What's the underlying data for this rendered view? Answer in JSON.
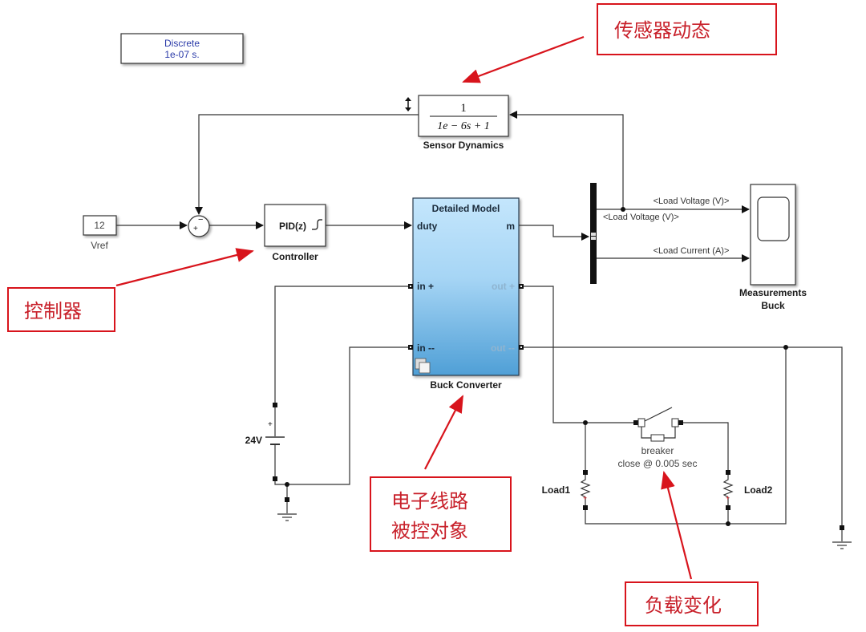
{
  "solver": {
    "line1": "Discrete",
    "line2": "1e-07 s."
  },
  "sensor": {
    "numerator": "1",
    "denominator": "1e − 6s + 1",
    "label": "Sensor Dynamics"
  },
  "vref": {
    "value": "12",
    "label": "Vref"
  },
  "sum": {
    "plus": "+",
    "minus": "−"
  },
  "controller": {
    "text": "PID(z)",
    "label": "Controller"
  },
  "buck": {
    "title": "Detailed Model",
    "ports_in": [
      "duty",
      "in +",
      "in --"
    ],
    "ports_out": [
      "m",
      "out +",
      "out --"
    ],
    "label": "Buck Converter"
  },
  "signals": {
    "voltage_top": "<Load Voltage (V)>",
    "voltage_bus": "<Load Voltage (V)>",
    "current": "<Load Current (A)>"
  },
  "scope": {
    "label_line1": "Measurements",
    "label_line2": "Buck"
  },
  "source": {
    "label": "24V",
    "plus": "+"
  },
  "breaker": {
    "label_line1": "breaker",
    "label_line2": "close @ 0.005 sec"
  },
  "loads": {
    "load1": "Load1",
    "load2": "Load2"
  },
  "annotations": {
    "sensor_note": "传感器动态",
    "controller_note": "控制器",
    "plant_note_line1": "电子线路",
    "plant_note_line2": "被控对象",
    "load_note": "负载变化"
  },
  "colors": {
    "annotation_red": "#d8141c",
    "buck_top": "#bfe3fb",
    "buck_bottom": "#5aa8dc",
    "solver_text": "#2a3aa8"
  }
}
